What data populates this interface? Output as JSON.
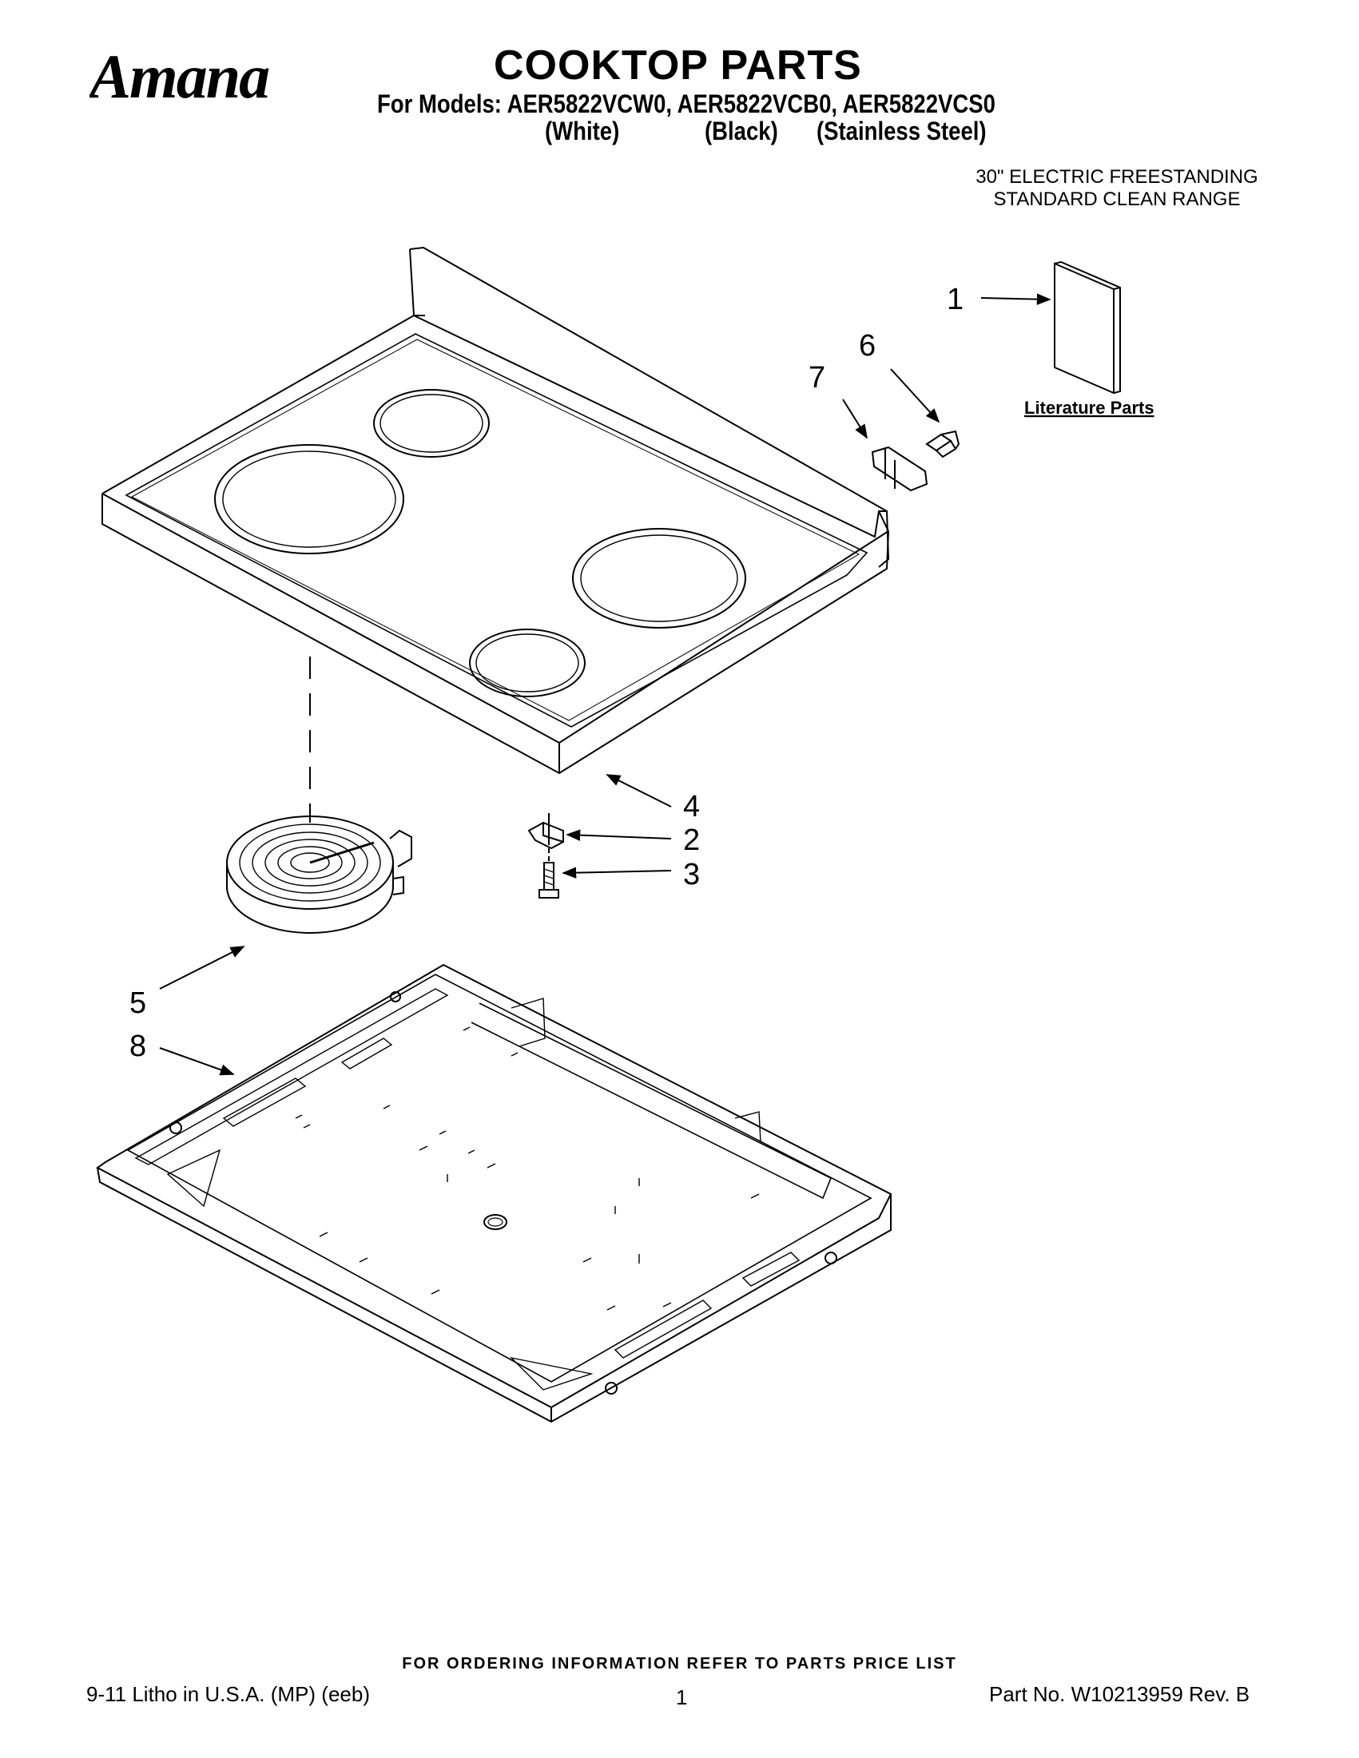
{
  "header": {
    "brand": "Amana",
    "title": "COOKTOP PARTS",
    "models_line": "For Models: AER5822VCW0, AER5822VCB0, AER5822VCS0",
    "variants": [
      "(White)",
      "(Black)",
      "(Stainless Steel)"
    ],
    "subtitle_lines": [
      "30\" ELECTRIC FREESTANDING",
      "STANDARD CLEAN RANGE"
    ]
  },
  "diagram": {
    "callouts": [
      "1",
      "2",
      "3",
      "4",
      "5",
      "6",
      "7",
      "8"
    ],
    "literature_label": "Literature Parts"
  },
  "footer": {
    "ordering_note": "FOR ORDERING INFORMATION REFER TO PARTS PRICE LIST",
    "litho": "9-11 Litho in U.S.A. (MP) (eeb)",
    "page_number": "1",
    "part_number": "Part No. W10213959 Rev. B"
  }
}
